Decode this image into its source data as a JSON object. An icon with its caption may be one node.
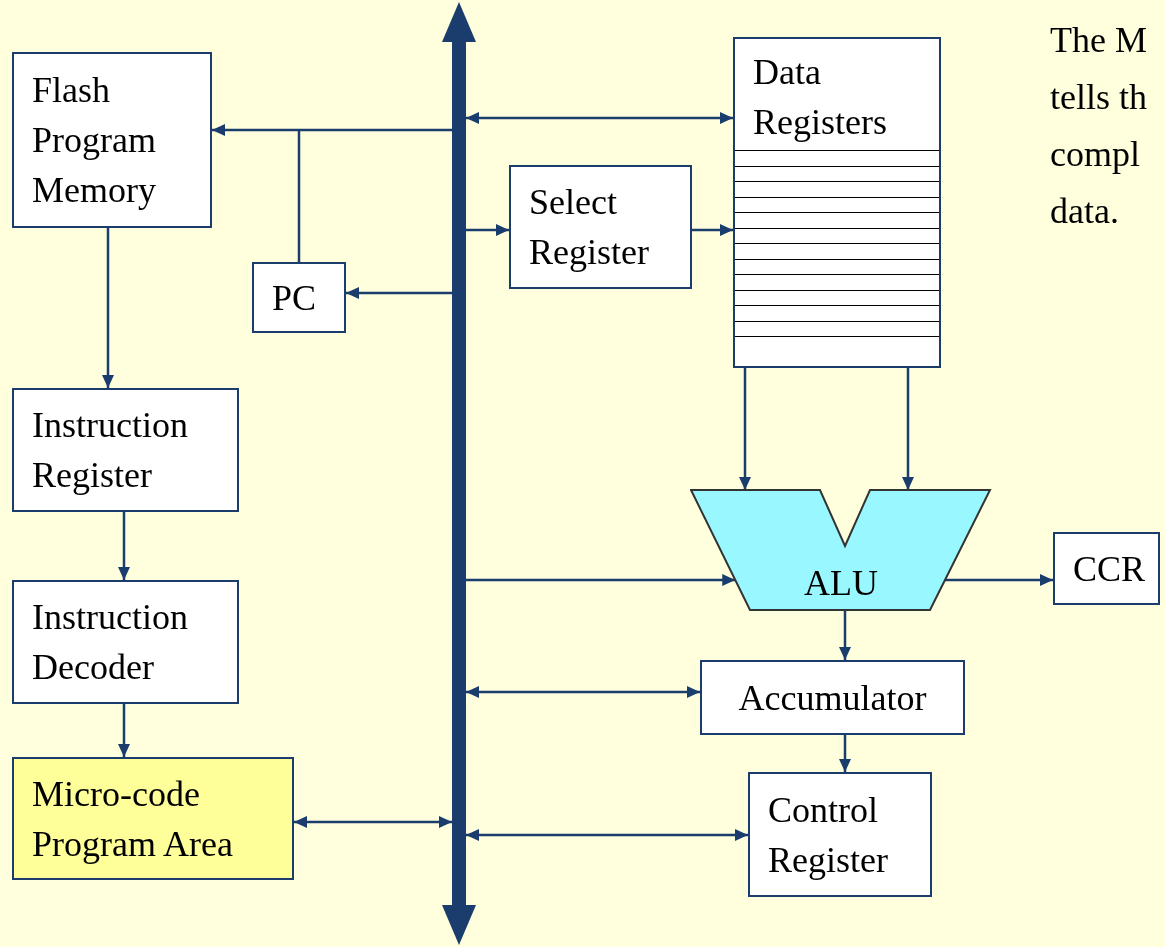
{
  "diagram": {
    "nodes": [
      {
        "text": [
          "Flash Program Memory"
        ]
      },
      {
        "text": [
          "PC"
        ]
      },
      {
        "text": [
          "Instruction Register"
        ]
      },
      {
        "text": [
          "Instruction Decoder"
        ]
      },
      {
        "text": [
          "Micro-code Program Area"
        ]
      },
      {
        "text": [],
        "shape": "bar"
      },
      {
        "text": [
          "Data Registers"
        ]
      },
      {
        "text": [
          "Select Register"
        ]
      },
      {
        "text": [
          "ALU"
        ]
      },
      {
        "text": [
          "CCR"
        ]
      },
      {
        "text": [
          "Accumulator"
        ]
      },
      {
        "text": [
          "Control Register"
        ]
      }
    ],
    "edges": [
      {
        "from": 5,
        "to": 0,
        "arrow": "to"
      },
      {
        "from": 1,
        "to": 0,
        "arrow": "to"
      },
      {
        "from": 5,
        "to": 1,
        "arrow": "to"
      },
      {
        "from": 0,
        "to": 2,
        "arrow": "to"
      },
      {
        "from": 2,
        "to": 3,
        "arrow": "to"
      },
      {
        "from": 3,
        "to": 4,
        "arrow": "to"
      },
      {
        "from": 4,
        "to": 5,
        "arrow": "both"
      },
      {
        "from": 5,
        "to": 6,
        "arrow": "both"
      },
      {
        "from": 5,
        "to": 7,
        "arrow": "to"
      },
      {
        "from": 7,
        "to": 6,
        "arrow": "to"
      },
      {
        "from": 6,
        "to": 8,
        "arrow": "to"
      },
      {
        "from": 6,
        "to": 8,
        "arrow": "to"
      },
      {
        "from": 5,
        "to": 8,
        "arrow": "to"
      },
      {
        "from": 8,
        "to": 9,
        "arrow": "to"
      },
      {
        "from": 8,
        "to": 10,
        "arrow": "to"
      },
      {
        "from": 5,
        "to": 10,
        "arrow": "both"
      },
      {
        "from": 10,
        "to": 11,
        "arrow": "to"
      },
      {
        "from": 5,
        "to": 11,
        "arrow": "both"
      }
    ],
    "labels": [
      "The M tells th compl data."
    ]
  }
}
